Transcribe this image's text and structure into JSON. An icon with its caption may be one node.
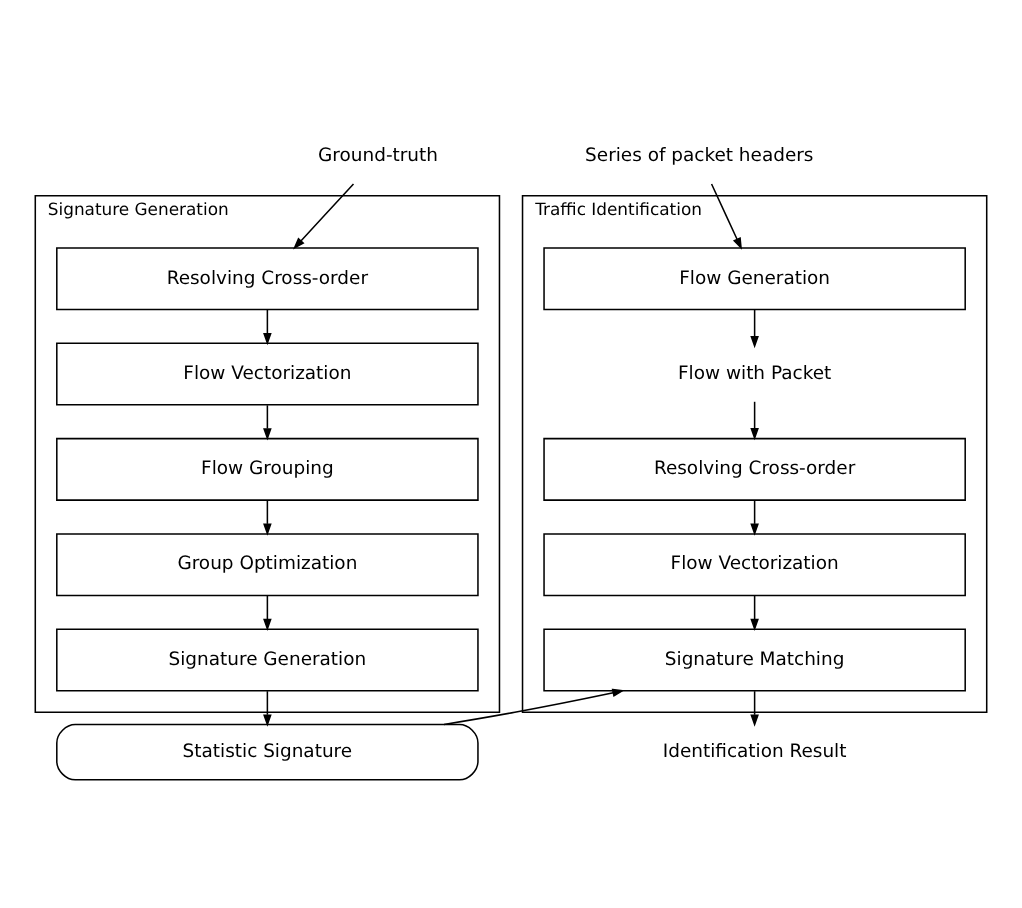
{
  "diagram": {
    "nodes": [
      {
        "text": [
          "Signature Generation"
        ]
      },
      {
        "text": [
          "Ground-truth"
        ]
      },
      {
        "text": [
          "Resolving Cross-order"
        ],
        "in": 0
      },
      {
        "text": [
          "Flow Vectorization"
        ],
        "in": 0
      },
      {
        "text": [
          "Flow Grouping"
        ],
        "in": 0
      },
      {
        "text": [
          "Group Optimization"
        ],
        "in": 0
      },
      {
        "text": [
          "Signature Generation"
        ],
        "in": 0
      },
      {
        "text": [
          "Statistic Signature"
        ]
      },
      {
        "text": [
          "Traffic Identification"
        ]
      },
      {
        "text": [
          "Series of packet headers"
        ]
      },
      {
        "text": [
          "Flow Generation"
        ],
        "in": 8
      },
      {
        "text": [
          "Flow with Packet"
        ],
        "in": 8
      },
      {
        "text": [
          "Resolving Cross-order"
        ],
        "in": 8
      },
      {
        "text": [
          "Flow Vectorization"
        ],
        "in": 8
      },
      {
        "text": [
          "Signature Matching"
        ],
        "in": 8
      },
      {
        "text": [
          "Identification Result"
        ]
      }
    ],
    "edges": [
      {
        "from": 1,
        "to": 2,
        "arrow": "to"
      },
      {
        "from": 2,
        "to": 3,
        "arrow": "to"
      },
      {
        "from": 3,
        "to": 4,
        "arrow": "to"
      },
      {
        "from": 4,
        "to": 5,
        "arrow": "to"
      },
      {
        "from": 5,
        "to": 6,
        "arrow": "to"
      },
      {
        "from": 6,
        "to": 7,
        "arrow": "to"
      },
      {
        "from": 7,
        "to": 14,
        "arrow": "to"
      },
      {
        "from": 9,
        "to": 10,
        "arrow": "to"
      },
      {
        "from": 10,
        "to": 11,
        "arrow": "to"
      },
      {
        "from": 11,
        "to": 12,
        "arrow": "to"
      },
      {
        "from": 12,
        "to": 13,
        "arrow": "to"
      },
      {
        "from": 13,
        "to": 14,
        "arrow": "to"
      },
      {
        "from": 14,
        "to": 15,
        "arrow": "to"
      }
    ]
  }
}
